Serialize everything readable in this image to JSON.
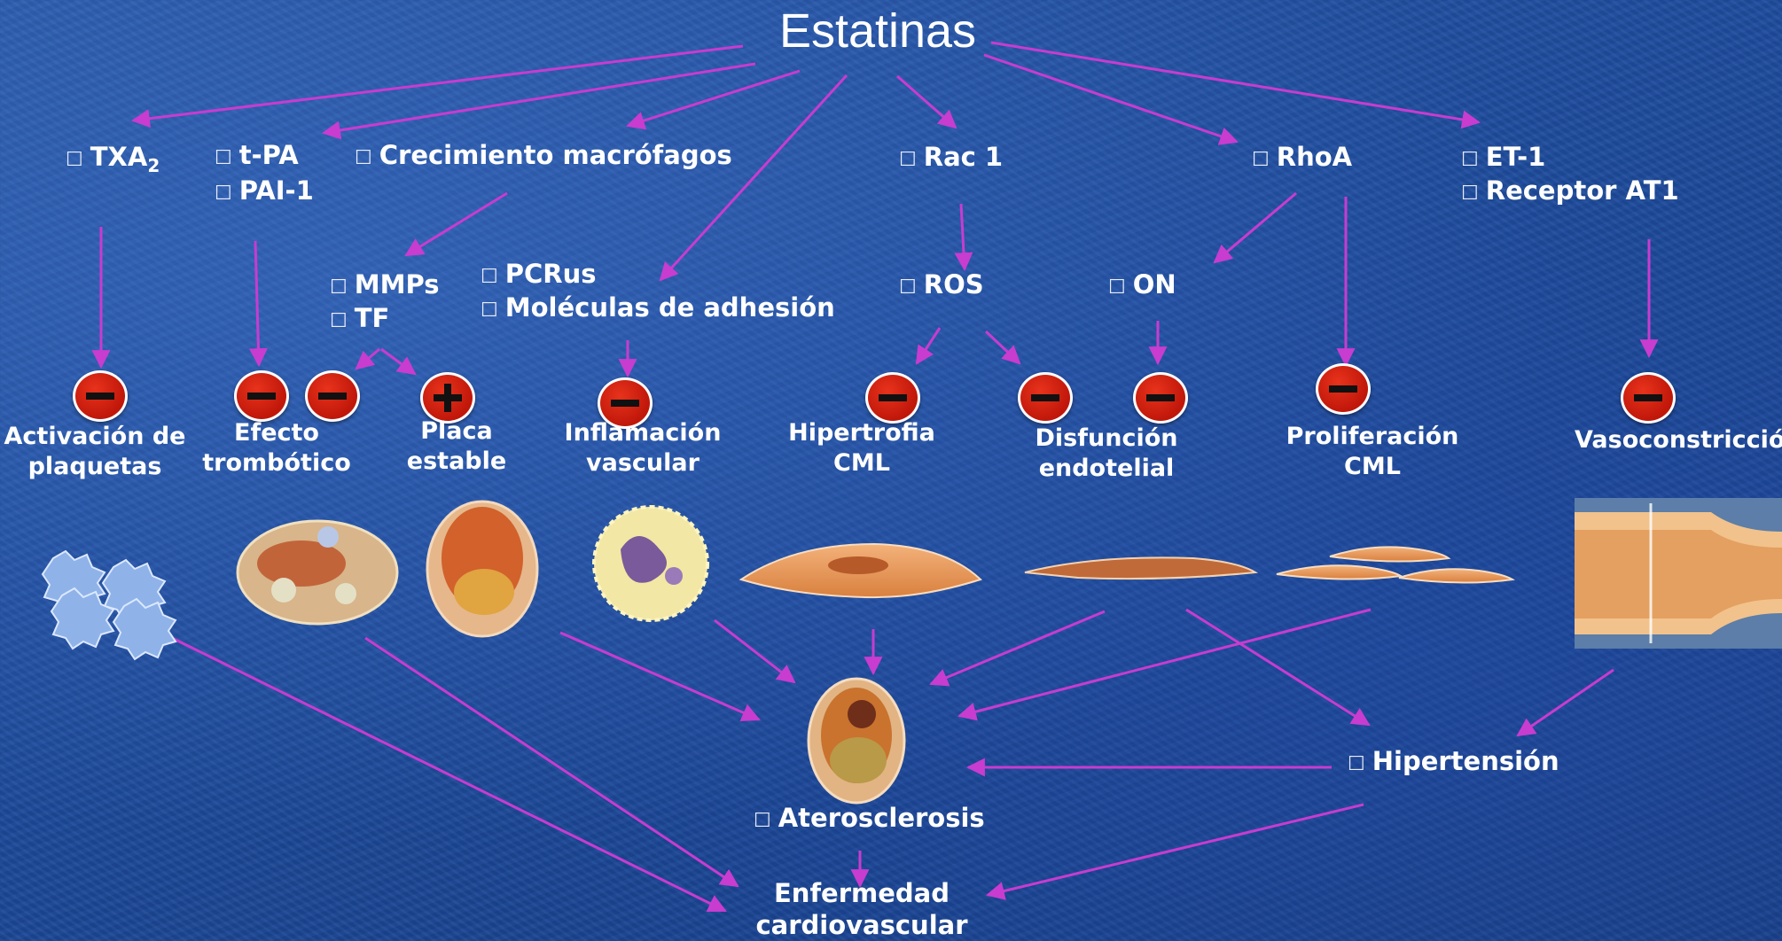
{
  "title": "Estatinas",
  "targets": {
    "txa2": {
      "base": "TXA",
      "sub": "2"
    },
    "tpa": "t-PA",
    "pai1": "PAI-1",
    "macrofagos": "Crecimiento macrófagos",
    "rac1": "Rac 1",
    "rhoa": "RhoA",
    "et1": "ET-1",
    "at1": "Receptor AT1",
    "mmps": "MMPs",
    "tf": "TF",
    "pcrus": "PCRus",
    "adhesion": "Moléculas de adhesión",
    "ros": "ROS",
    "on": "ON"
  },
  "effects": {
    "plaquetas": [
      "Activación de",
      "plaquetas"
    ],
    "trombotico": [
      "Efecto",
      "trombótico"
    ],
    "placa": [
      "Placa",
      "estable"
    ],
    "inflamacion": [
      "Inflamación",
      "vascular"
    ],
    "hipertrofia": [
      "Hipertrofia",
      "CML"
    ],
    "disfuncion": [
      "Disfunción",
      "endotelial"
    ],
    "proliferacion": [
      "Proliferación",
      "CML"
    ],
    "vasoconstriccion": "Vasoconstricción"
  },
  "outcomes": {
    "hipertension": "Hipertensión",
    "aterosclerosis": "Aterosclerosis",
    "enfermedad": [
      "Enfermedad",
      "cardiovascular"
    ]
  },
  "colors": {
    "arrow": "#c83cd0",
    "inhibit_sign": "#d42a14",
    "text": "#ffffff"
  }
}
